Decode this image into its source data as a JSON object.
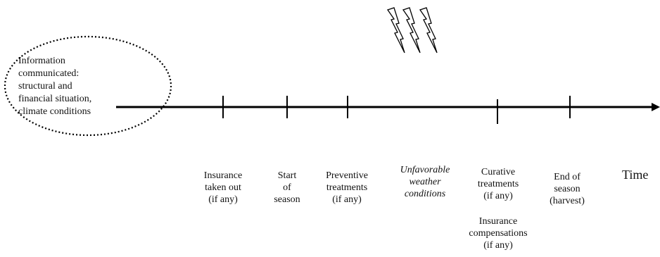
{
  "info_box": {
    "lines": [
      "Information",
      "communicated:",
      "structural and",
      "financial situation,",
      "climate conditions"
    ]
  },
  "axis_label": "Time",
  "events": [
    {
      "lines": [
        "Insurance",
        "taken out",
        "(if any)"
      ]
    },
    {
      "lines": [
        "Start",
        "of",
        "season"
      ]
    },
    {
      "lines": [
        "Preventive",
        "treatments",
        "(if any)"
      ]
    },
    {
      "lines": [
        "Unfavorable",
        "weather",
        "conditions"
      ],
      "italic": true
    },
    {
      "lines": [
        "Curative",
        "treatments",
        "(if any)"
      ]
    },
    {
      "lines": [
        "Insurance",
        "compensations",
        "(if any)"
      ]
    },
    {
      "lines": [
        "End of",
        "season",
        "(harvest)"
      ]
    }
  ],
  "icons": {
    "weather": "lightning-bolt-icon"
  }
}
